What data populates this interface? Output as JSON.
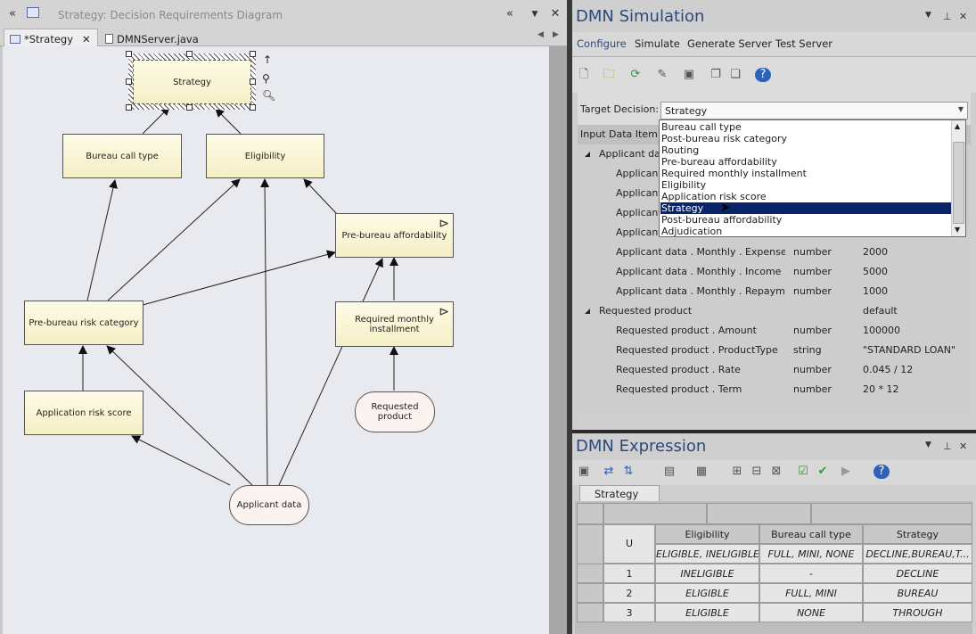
{
  "diagram": {
    "window_title": "Strategy:  Decision Requirements Diagram",
    "tabs": [
      {
        "label": "*Strategy",
        "close": "✕"
      },
      {
        "label": "DMNServer.java"
      }
    ],
    "nodes": {
      "strategy": "Strategy",
      "bureau_call_type": "Bureau call type",
      "eligibility": "Eligibility",
      "pre_bureau_affordability": "Pre-bureau affordability",
      "pre_bureau_risk_category": "Pre-bureau risk category",
      "required_monthly_installment": "Required monthly installment",
      "application_risk_score": "Application risk score",
      "requested_product": "Requested product",
      "applicant_data": "Applicant data"
    }
  },
  "simulation": {
    "title": "DMN Simulation",
    "tabs": [
      "Configure",
      "Simulate",
      "Generate Server",
      "Test Server"
    ],
    "target_label": "Target Decision:",
    "target_value": "Strategy",
    "grid_header": "Input Data Item",
    "rows": [
      {
        "name": "Applicant data",
        "type": "",
        "value": "",
        "group": true
      },
      {
        "name": "Applicant",
        "type": "",
        "value": ""
      },
      {
        "name": "Applicant",
        "type": "",
        "value": ""
      },
      {
        "name": "Applicant",
        "type": "",
        "value": ""
      },
      {
        "name": "Applicant",
        "type": "",
        "value": ""
      },
      {
        "name": "Applicant data . Monthly . Expenses",
        "type": "number",
        "value": "2000"
      },
      {
        "name": "Applicant data . Monthly . Income",
        "type": "number",
        "value": "5000"
      },
      {
        "name": "Applicant data . Monthly . Repaym...",
        "type": "number",
        "value": "1000"
      },
      {
        "name": "Requested product",
        "type": "",
        "value": "default",
        "group": true
      },
      {
        "name": "Requested product . Amount",
        "type": "number",
        "value": "100000"
      },
      {
        "name": "Requested product . ProductType",
        "type": "string",
        "value": "\"STANDARD LOAN\""
      },
      {
        "name": "Requested product . Rate",
        "type": "number",
        "value": "0.045 / 12"
      },
      {
        "name": "Requested product . Term",
        "type": "number",
        "value": "20 * 12"
      }
    ],
    "dropdown_options": [
      "Bureau call type",
      "Post-bureau risk category",
      "Routing",
      "Pre-bureau affordability",
      "Required monthly installment",
      "Eligibility",
      "Application risk score",
      "Strategy",
      "Post-bureau affordability",
      "Adjudication"
    ],
    "dropdown_selected": "Strategy"
  },
  "expression": {
    "title": "DMN Expression",
    "tab": "Strategy",
    "hit_policy": "U",
    "columns": [
      "Eligibility",
      "Bureau call type",
      "Strategy"
    ],
    "allowed_values": [
      "ELIGIBLE, INELIGIBLE",
      "FULL, MINI, NONE",
      "DECLINE,BUREAU,T..."
    ],
    "rules": [
      {
        "n": "1",
        "c1": "INELIGIBLE",
        "c2": "-",
        "c3": "DECLINE"
      },
      {
        "n": "2",
        "c1": "ELIGIBLE",
        "c2": "FULL, MINI",
        "c3": "BUREAU"
      },
      {
        "n": "3",
        "c1": "ELIGIBLE",
        "c2": "NONE",
        "c3": "THROUGH"
      }
    ]
  }
}
